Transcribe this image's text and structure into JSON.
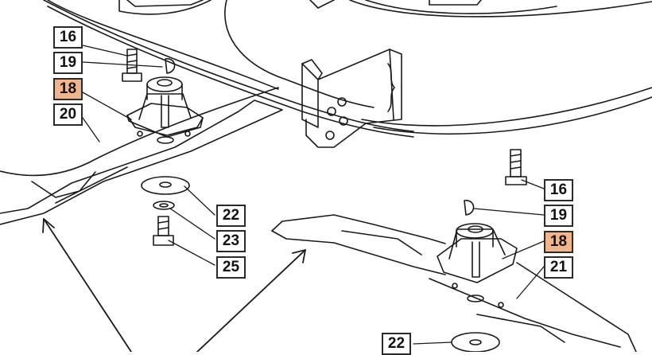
{
  "colors": {
    "highlight": "#f2b48a",
    "line": "#1a1a1a",
    "box_border": "#2a2a2a"
  },
  "callouts": [
    {
      "id": "c16a",
      "label": "16",
      "highlighted": false
    },
    {
      "id": "c19a",
      "label": "19",
      "highlighted": false
    },
    {
      "id": "c18a",
      "label": "18",
      "highlighted": true
    },
    {
      "id": "c20",
      "label": "20",
      "highlighted": false
    },
    {
      "id": "c22a",
      "label": "22",
      "highlighted": false
    },
    {
      "id": "c23",
      "label": "23",
      "highlighted": false
    },
    {
      "id": "c25",
      "label": "25",
      "highlighted": false
    },
    {
      "id": "c16b",
      "label": "16",
      "highlighted": false
    },
    {
      "id": "c19b",
      "label": "19",
      "highlighted": false
    },
    {
      "id": "c18b",
      "label": "18",
      "highlighted": true
    },
    {
      "id": "c21",
      "label": "21",
      "highlighted": false
    },
    {
      "id": "c22b",
      "label": "22",
      "highlighted": false
    }
  ]
}
